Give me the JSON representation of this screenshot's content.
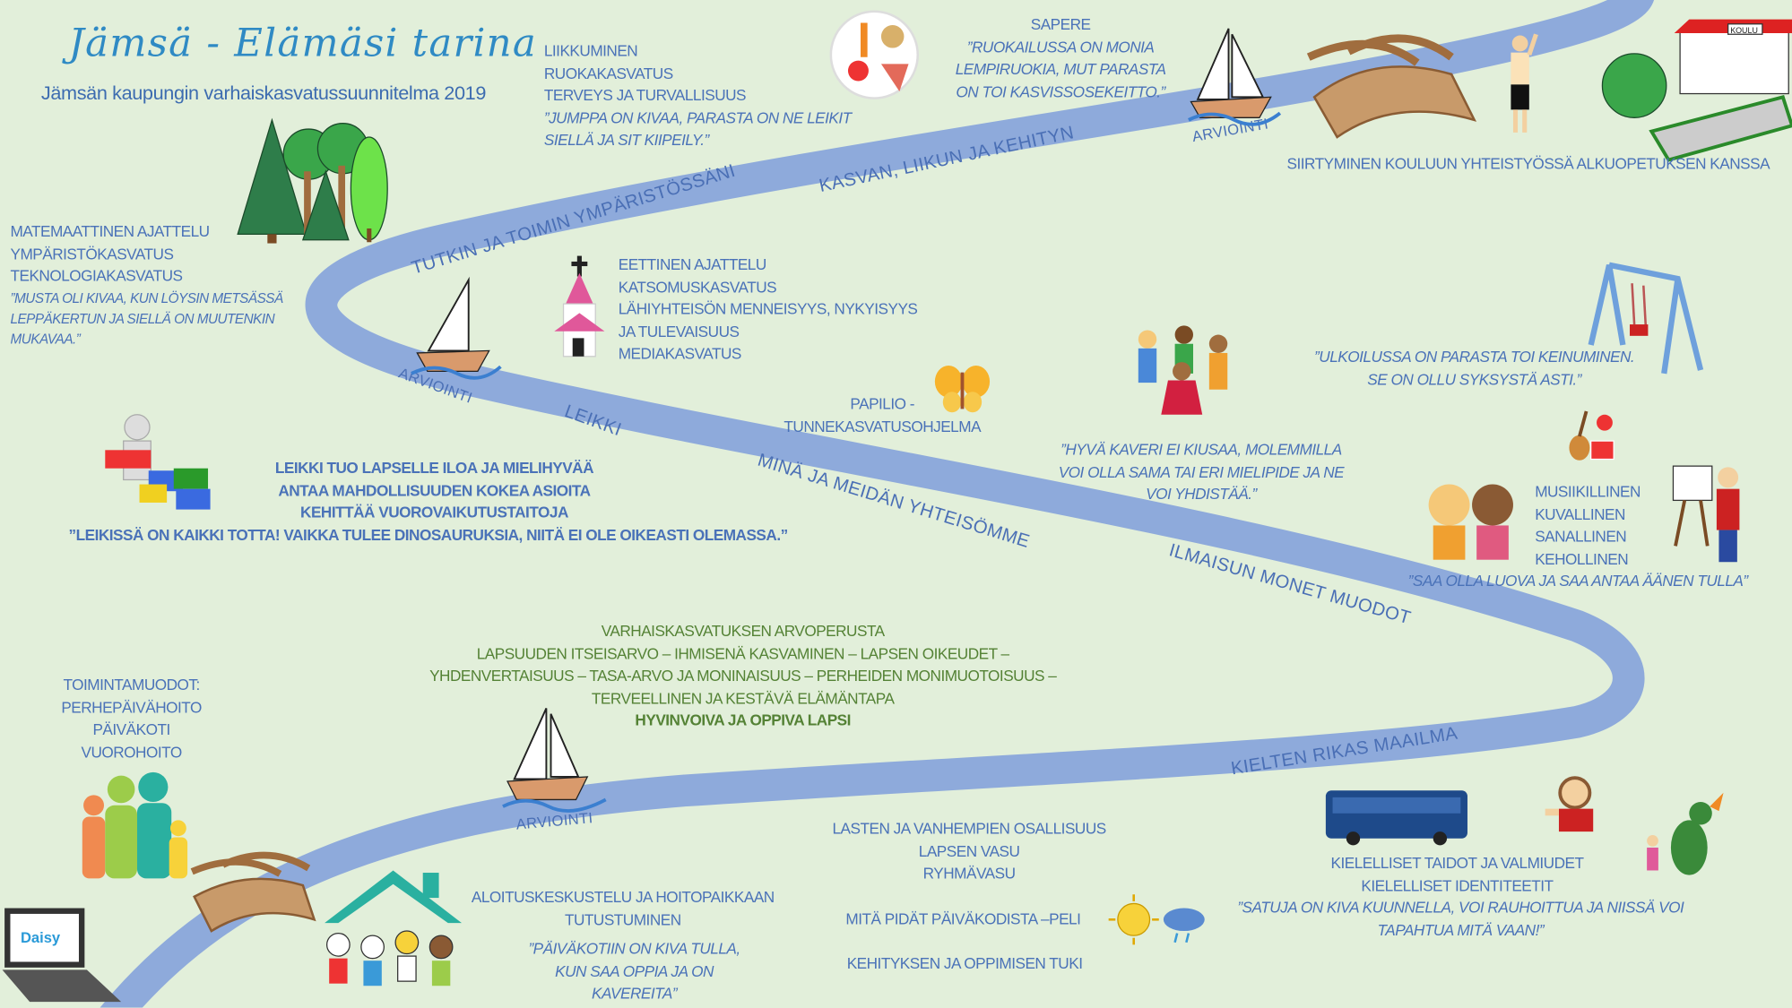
{
  "header": {
    "title": "Jämsä - Elämäsi tarina",
    "subtitle": "Jämsän kaupungin varhaiskasvatussuunnitelma 2019"
  },
  "river_labels": {
    "tutkin": "TUTKIN JA TOIMIN YMPÄRISTÖSSÄNI",
    "kasvan": "KASVAN, LIIKUN JA KEHITYN",
    "leikki": "LEIKKI",
    "mina": "MINÄ JA MEIDÄN YHTEISÖMME",
    "ilmaisun": "ILMAISUN MONET MUODOT",
    "kielten": "KIELTEN RIKAS MAAILMA",
    "arviointi": "ARVIOINTI"
  },
  "liikkuminen": {
    "lines": [
      "LIIKKUMINEN",
      "RUOKAKASVATUS",
      "TERVEYS JA TURVALLISUUS"
    ],
    "quote": [
      "”JUMPPA ON KIVAA, PARASTA ON NE LEIKIT",
      "SIELLÄ JA SIT KIIPEILY.”"
    ]
  },
  "sapere": {
    "title": "SAPERE",
    "quote": [
      "”RUOKAILUSSA ON MONIA",
      "LEMPIRUOKIA, MUT PARASTA",
      "ON TOI KASVISSOSEKEITTO.”"
    ]
  },
  "siirtyminen": "SIIRTYMINEN KOULUUN YHTEISTYÖSSÄ ALKUOPETUKSEN KANSSA",
  "school_sign": "KOULU",
  "matemaattinen": {
    "lines": [
      "MATEMAATTINEN AJATTELU",
      "YMPÄRISTÖKASVATUS",
      "TEKNOLOGIAKASVATUS"
    ],
    "quote": [
      "”MUSTA OLI KIVAA, KUN LÖYSIN METSÄSSÄ",
      "LEPPÄKERTUN JA SIELLÄ ON MUUTENKIN",
      "MUKAVAA.”"
    ]
  },
  "eettinen": {
    "lines": [
      "EETTINEN AJATTELU",
      "KATSOMUSKASVATUS",
      "LÄHIYHTEISÖN MENNEISYYS, NYKYISYYS",
      "JA TULEVAISUUS",
      "MEDIAKASVATUS"
    ]
  },
  "papilio": [
    "PAPILIO -",
    "TUNNEKASVATUSOHJELMA"
  ],
  "kaveri_quote": [
    "”HYVÄ KAVERI EI KIUSAA, MOLEMMILLA",
    "VOI OLLA SAMA TAI ERI MIELIPIDE JA NE",
    "VOI YHDISTÄÄ.”"
  ],
  "ulkoilu_quote": [
    "”ULKOILUSSA ON PARASTA TOI KEINUMINEN.",
    "SE ON OLLU SYKSYSTÄ ASTI.”"
  ],
  "leikki": {
    "lines": [
      "LEIKKI TUO LAPSELLE ILOA JA MIELIHYVÄÄ",
      "ANTAA MAHDOLLISUUDEN KOKEA ASIOITA",
      "KEHITTÄÄ VUOROVAIKUTUSTAITOJA"
    ],
    "quote": "”LEIKISSÄ ON KAIKKI TOTTA! VAIKKA TULEE DINOSAURUKSIA, NIITÄ EI OLE OIKEASTI OLEMASSA.”"
  },
  "ilmaisu": {
    "lines": [
      "MUSIIKILLINEN",
      "KUVALLINEN",
      "SANALLINEN",
      "KEHOLLINEN"
    ],
    "quote": "”SAA OLLA LUOVA JA SAA ANTAA ÄÄNEN TULLA”"
  },
  "arvoperusta": {
    "lines": [
      "VARHAISKASVATUKSEN ARVOPERUSTA",
      "LAPSUUDEN ITSEISARVO – IHMISENÄ KASVAMINEN – LAPSEN OIKEUDET –",
      "YHDENVERTAISUUS – TASA-ARVO JA MONINAISUUS – PERHEIDEN MONIMUOTOISUUS –",
      "TERVEELLINEN JA KESTÄVÄ ELÄMÄNTAPA"
    ],
    "bold": "HYVINVOIVA JA OPPIVA LAPSI"
  },
  "toimintamuodot": [
    "TOIMINTAMUODOT:",
    "PERHEPÄIVÄHOITO",
    "PÄIVÄKOTI",
    "VUOROHOITO"
  ],
  "aloitus": {
    "lines": [
      "ALOITUSKESKUSTELU JA HOITOPAIKKAAN",
      "TUTUSTUMINEN"
    ],
    "quote": [
      "”PÄIVÄKOTIIN ON KIVA TULLA,",
      "KUN SAA OPPIA JA ON",
      "KAVEREITA”"
    ]
  },
  "osallisuus": [
    "LASTEN JA VANHEMPIEN OSALLISUUS",
    "LAPSEN VASU",
    "RYHMÄVASU"
  ],
  "peli": "MITÄ PIDÄT PÄIVÄKODISTA –PELI",
  "tuki": "KEHITYKSEN JA OPPIMISEN TUKI",
  "kielelliset": {
    "lines": [
      "KIELELLISET TAIDOT JA VALMIUDET",
      "KIELELLISET IDENTITEETIT"
    ],
    "quote": [
      "”SATUJA ON KIVA KUUNNELLA, VOI RAUHOITTUA JA NIISSÄ VOI",
      "TAPAHTUA MITÄ VAAN!”"
    ]
  },
  "laptop_logo": "Daisy",
  "colors": {
    "background": "#e2efda",
    "river": "#8eaadb",
    "text": "#4a72b8",
    "green": "#548235"
  }
}
